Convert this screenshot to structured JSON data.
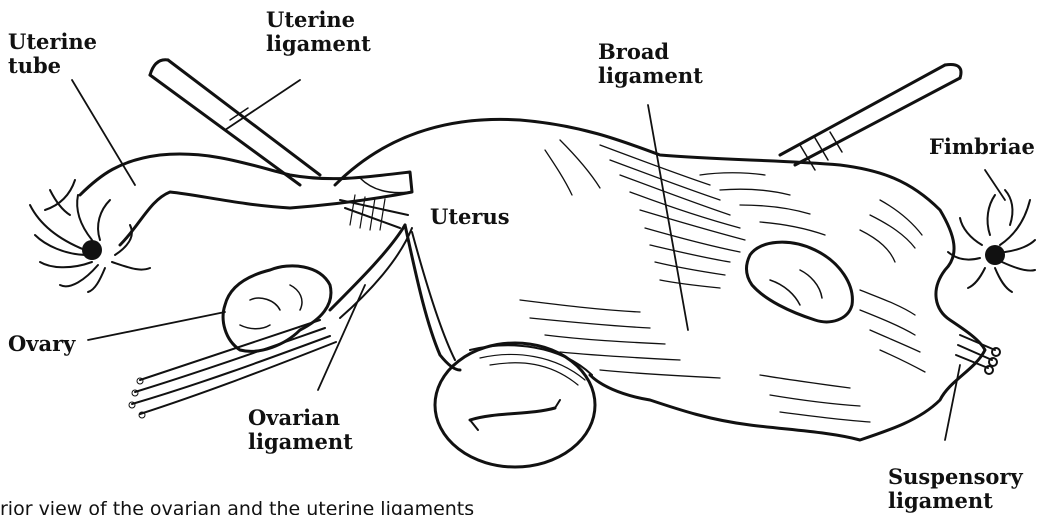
{
  "labels": {
    "uterine_tube": [
      "Uterine",
      "tube"
    ],
    "uterine_ligament": [
      "Uterine",
      "ligament"
    ],
    "broad_ligament": [
      "Broad",
      "ligament"
    ],
    "fimbriae": "Fimbriae",
    "uterus": "Uterus",
    "ovary": "Ovary",
    "ovarian_ligament": [
      "Ovarian",
      "ligament"
    ],
    "suspensory_ligament": [
      "Suspensory",
      "ligament"
    ]
  },
  "caption": "rior view of the ovarian and the uterine ligaments",
  "colors": {
    "ink": "#111111",
    "paper": "#ffffff"
  }
}
